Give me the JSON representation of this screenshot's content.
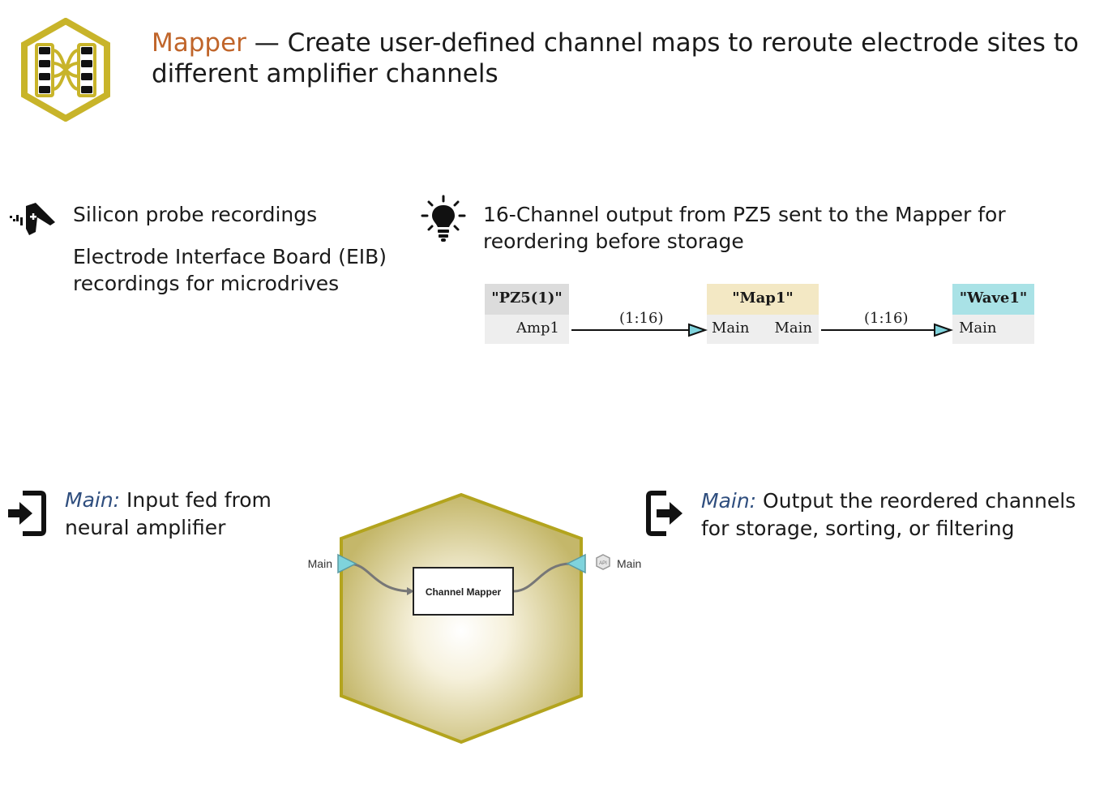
{
  "header": {
    "brand": "Mapper",
    "dash": " — ",
    "description": "Create user-defined channel maps to reroute electrode sites to different amplifier channels",
    "logo_icon": "mapper-hex-icon"
  },
  "use_cases": {
    "icon": "probe-icon",
    "items": [
      "Silicon probe recordings",
      "Electrode Interface Board (EIB) recordings for microdrives"
    ]
  },
  "tip": {
    "icon": "lightbulb-icon",
    "text": "16-Channel output from PZ5 sent to the Mapper for reordering before storage"
  },
  "flow": {
    "nodes": [
      {
        "name": "\"PZ5(1)\"",
        "ports": [
          "Amp1"
        ],
        "color": "#dcdcdc"
      },
      {
        "name": "\"Map1\"",
        "ports": [
          "Main",
          "Main"
        ],
        "color": "#f3e8c4"
      },
      {
        "name": "\"Wave1\"",
        "ports": [
          "Main"
        ],
        "color": "#a9e2e6"
      }
    ],
    "connections": [
      "(1:16)",
      "(1:16)"
    ]
  },
  "input": {
    "icon": "input-icon",
    "keyword": "Main:",
    "text": " Input fed from neural amplifier"
  },
  "output": {
    "icon": "output-icon",
    "keyword": "Main:",
    "text": " Output the reordered channels for storage, sorting, or filtering"
  },
  "gizmo": {
    "input_label": "Main",
    "output_label": "Main",
    "api_badge": "API",
    "block_label": "Channel Mapper"
  },
  "colors": {
    "brand": "#c0652a",
    "gold": "#c8b42a",
    "hex_fill_dark": "#c4b76a",
    "port": "#7fd3dc",
    "keyword": "#2f4e7e"
  }
}
